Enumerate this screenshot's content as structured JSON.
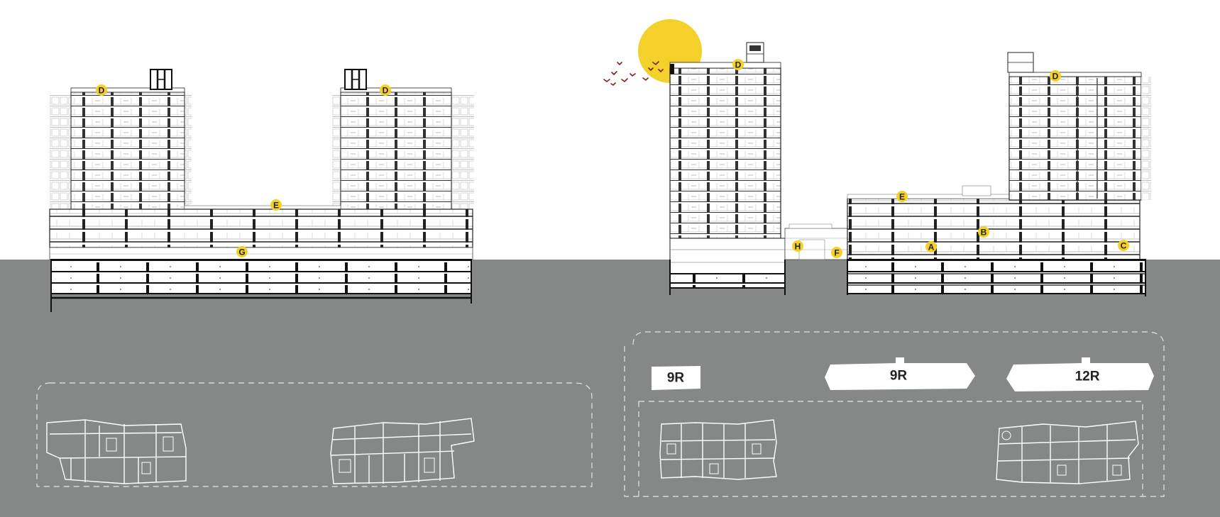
{
  "colors": {
    "sky": "#ffffff",
    "ground": "#858886",
    "sun": "#f4d12a",
    "marker": "#f3d12a",
    "linework": "#222222",
    "plan_lines": "#ffffff"
  },
  "zone_markers": [
    {
      "label": "D"
    },
    {
      "label": "D"
    },
    {
      "label": "E"
    },
    {
      "label": "G"
    },
    {
      "label": "D"
    },
    {
      "label": "D"
    },
    {
      "label": "E"
    },
    {
      "label": "B"
    },
    {
      "label": "A"
    },
    {
      "label": "C"
    },
    {
      "label": "H"
    },
    {
      "label": "F"
    }
  ],
  "floor_tags": [
    {
      "label": "9R"
    },
    {
      "label": "9R"
    },
    {
      "label": "12R"
    }
  ],
  "icons": [
    "sun-icon",
    "birds-icon"
  ]
}
